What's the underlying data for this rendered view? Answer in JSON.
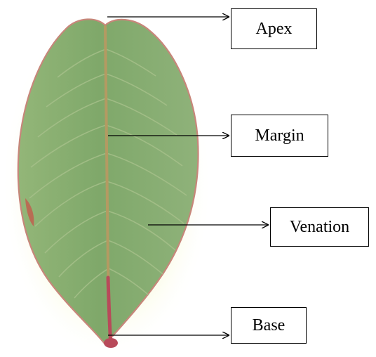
{
  "figure": {
    "subject": "leaf-photograph",
    "colors": {
      "leaf_fill": "#7fa86a",
      "leaf_edge": "#c7867a",
      "midrib": "#b49a62",
      "petiole": "#b84a5a",
      "background": "#ffffff",
      "line": "#000000"
    },
    "labels": [
      {
        "key": "apex",
        "text": "Apex"
      },
      {
        "key": "margin",
        "text": "Margin"
      },
      {
        "key": "venation",
        "text": "Venation"
      },
      {
        "key": "base",
        "text": "Base"
      }
    ]
  }
}
